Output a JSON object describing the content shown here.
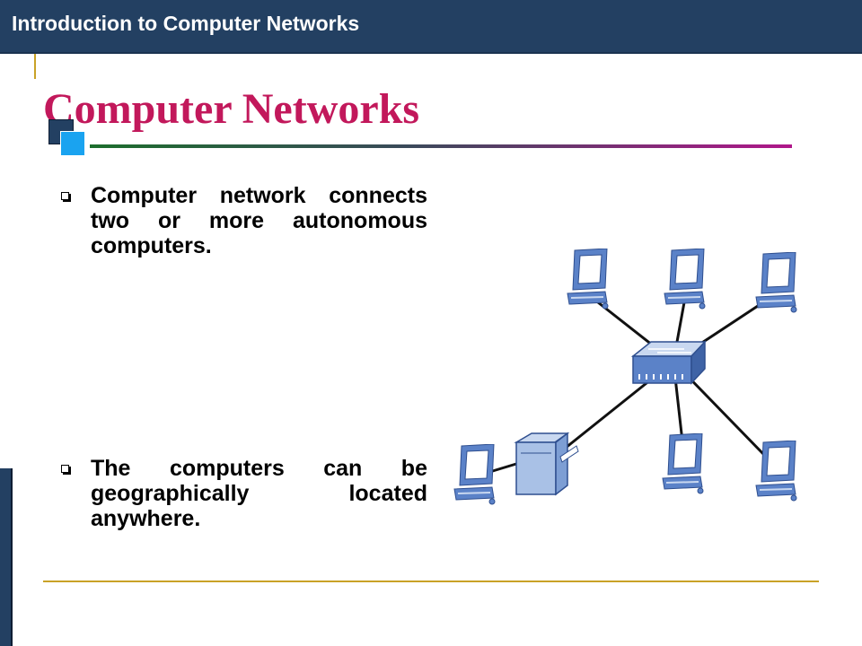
{
  "header": {
    "title": "Introduction to Computer Networks"
  },
  "slide": {
    "title": "Computer Networks",
    "bullets": [
      {
        "text": "Computer network connects two or more autonomous computers."
      },
      {
        "text": "The computers can be geographically located anywhere."
      }
    ]
  },
  "diagram": {
    "icons": {
      "computer": "computer-icon",
      "switch": "network-switch-icon",
      "printer": "printer-icon"
    },
    "colors": {
      "device_blue": "#5b82c8",
      "device_light": "#c9d8f0",
      "link": "#111111"
    }
  },
  "theme": {
    "header_bg": "#234062",
    "title_color": "#c2185b",
    "accent_gold": "#c9a227",
    "accent_blue": "#1aa3f0"
  }
}
